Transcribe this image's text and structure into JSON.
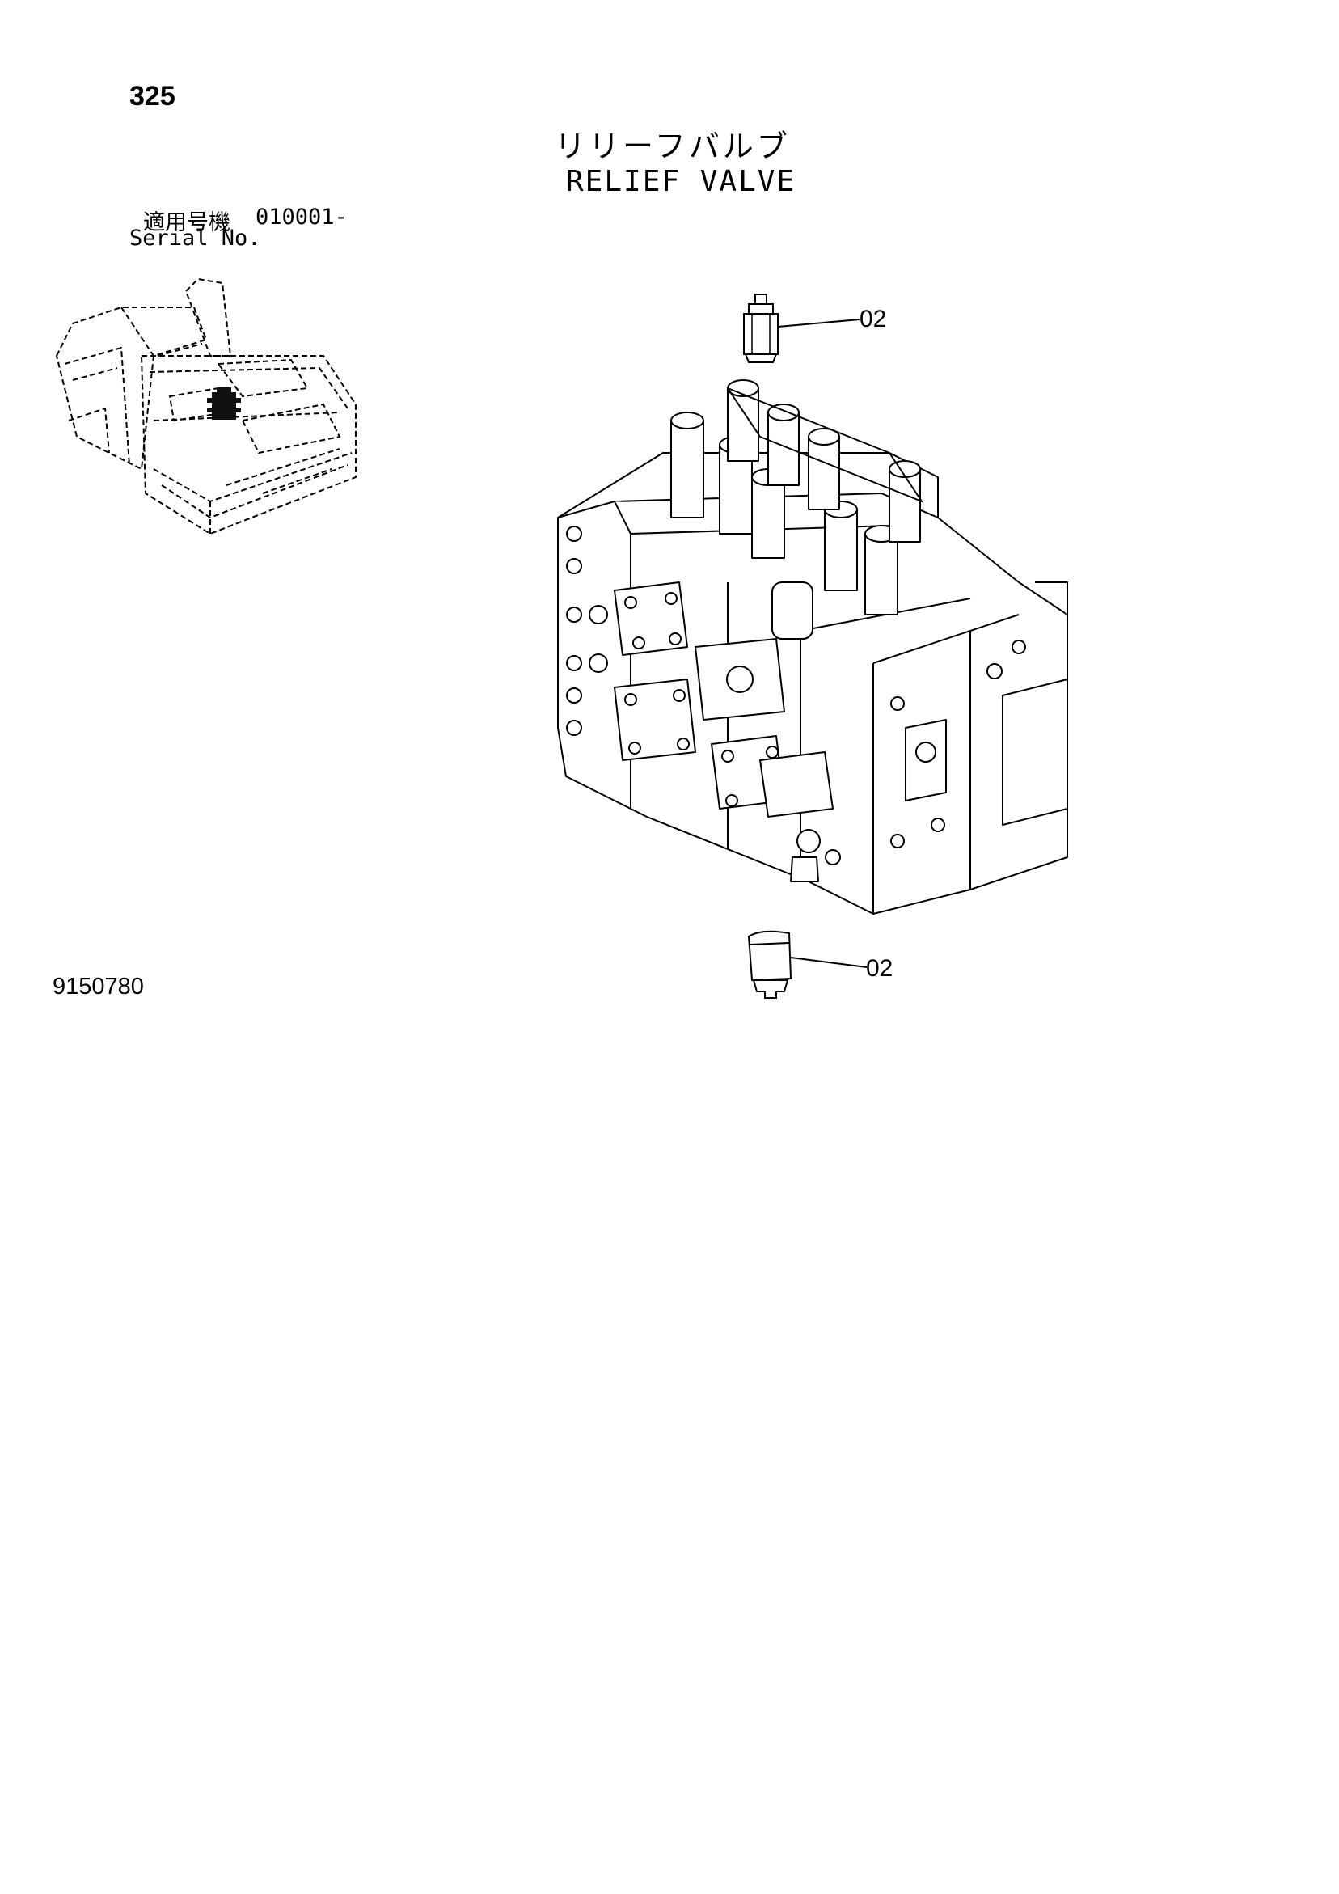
{
  "page": {
    "number": "325",
    "drawing_number": "9150780"
  },
  "title": {
    "japanese": "リリーフバルブ",
    "english": "RELIEF VALVE"
  },
  "serial": {
    "label_jp": "適用号機",
    "range": "010001-",
    "label_en": "Serial No."
  },
  "parts": [
    {
      "label": "02"
    },
    {
      "label": "02"
    }
  ]
}
